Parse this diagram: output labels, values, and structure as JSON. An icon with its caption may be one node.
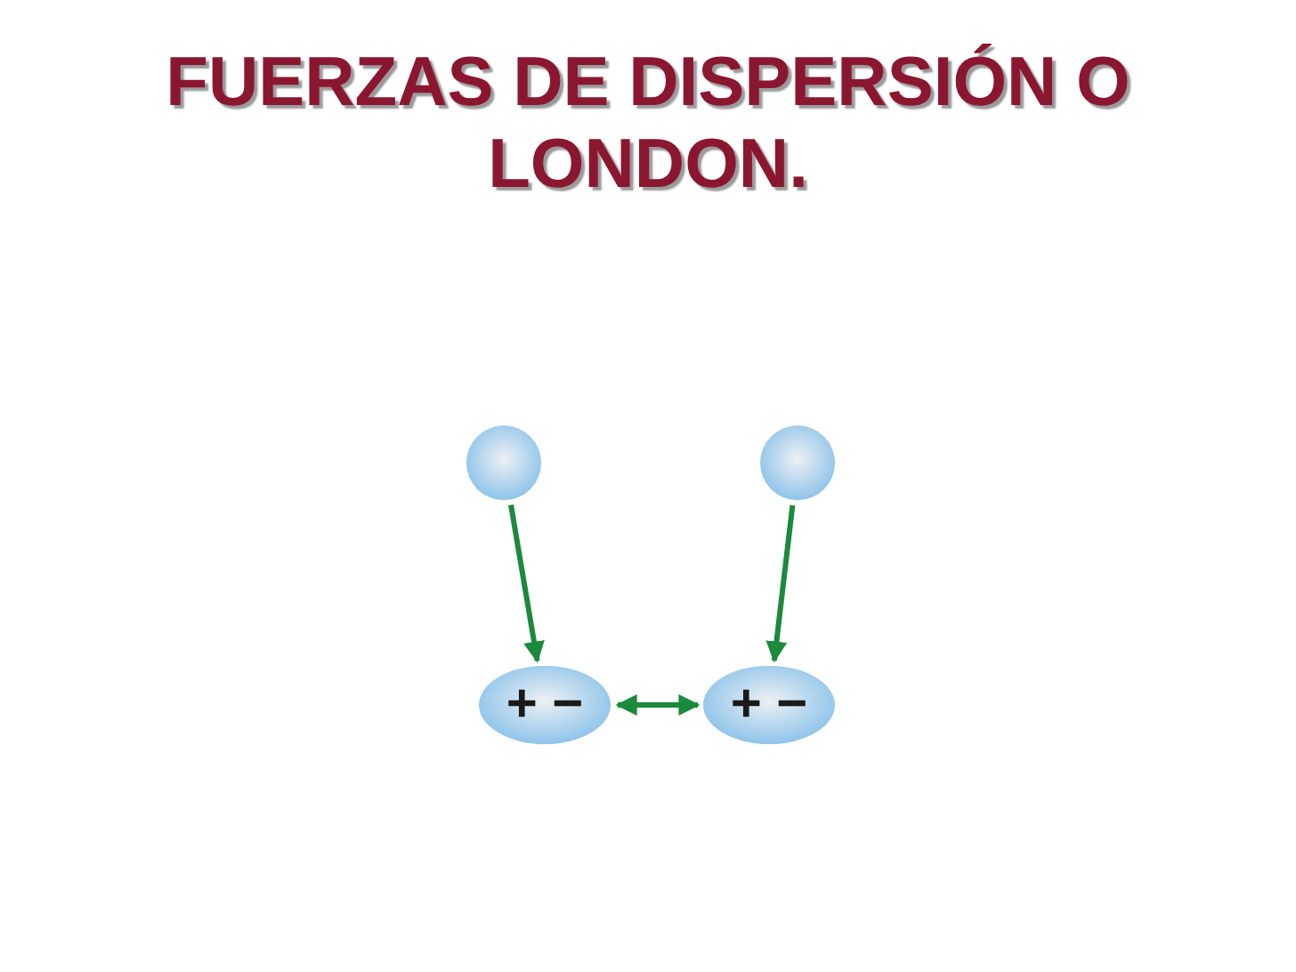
{
  "diagram": {
    "title": "FUERZAS DE DISPERSIÓN O LONDON.",
    "nodes": [
      {
        "text": [],
        "shape": "circle"
      },
      {
        "text": [],
        "shape": "circle"
      },
      {
        "text": [
          "+ −"
        ]
      },
      {
        "text": [
          "+ −"
        ]
      }
    ],
    "edges": [
      {
        "from": 0,
        "to": 2,
        "arrow": "to"
      },
      {
        "from": 1,
        "to": 3,
        "arrow": "to"
      },
      {
        "from": 2,
        "to": 3,
        "arrow": "both"
      }
    ]
  }
}
